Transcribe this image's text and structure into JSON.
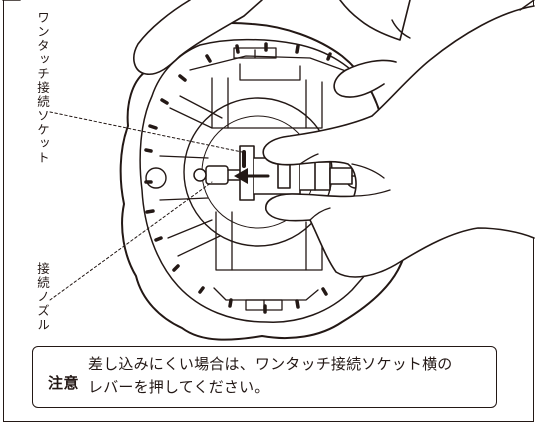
{
  "labels": {
    "socket": "ワンタッチ接続ソケット",
    "nozzle": "接続ノズル"
  },
  "note": {
    "label": "注意",
    "line1": "差し込みにくい場合は、ワンタッチ接続ソケット横の",
    "line2": "レバーを押してください。"
  },
  "colors": {
    "ink": "#231815",
    "background": "#ffffff"
  }
}
